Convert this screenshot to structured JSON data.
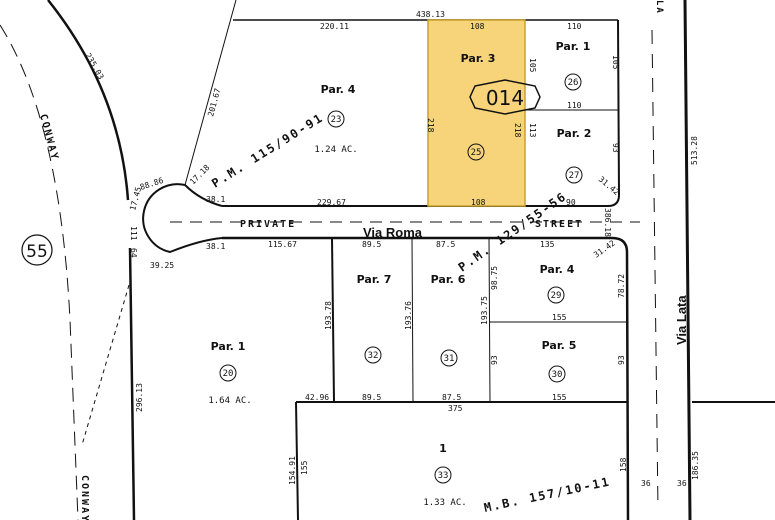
{
  "map_number": "014",
  "book_circle": "55",
  "colors": {
    "highlight_fill": "#f7d47a",
    "highlight_stroke": "#c9a12e",
    "line": "#111111"
  },
  "roads": {
    "via_roma": "Via Roma",
    "via_lata": "Via Lata",
    "private": "PRIVATE",
    "street": "STREET",
    "conway": "CONWAY",
    "lata_top": "LA"
  },
  "recorded_maps": {
    "pm_upper": "P.M. 115/90-91",
    "pm_lower": "P.M. 129/55-56",
    "mb": "M.B. 157/10-11"
  },
  "parcels": [
    {
      "label": "Par. 3",
      "number": "25",
      "highlighted": true
    },
    {
      "label": "Par. 1",
      "number": "26"
    },
    {
      "label": "Par. 2",
      "number": "27"
    },
    {
      "label": "Par. 4",
      "number": "23",
      "acres": "1.24 AC."
    },
    {
      "label": "Par. 7",
      "number": "32"
    },
    {
      "label": "Par. 6",
      "number": "31"
    },
    {
      "label": "Par. 4",
      "number": "29"
    },
    {
      "label": "Par. 5",
      "number": "30"
    },
    {
      "label": "Par. 1",
      "number": "20",
      "acres": "1.64 AC."
    },
    {
      "label": "1",
      "number": "33",
      "acres": "1.33 AC."
    }
  ],
  "dimensions": {
    "d1": "438.13",
    "d2": "220.11",
    "d3": "108",
    "d4": "110",
    "d5": "105",
    "d6": "105",
    "d7": "110",
    "d8": "218",
    "d9": "218",
    "d10": "113",
    "d11": "93",
    "d12": "108",
    "d13": "90",
    "d14": "31.42",
    "d15": "229.67",
    "d16": "201.67",
    "d17": "17.18",
    "d18": "88.86",
    "d19": "38.1",
    "d20": "17.45",
    "d21": "235.03",
    "d22": "38.1",
    "d23": "115.67",
    "d24": "89.5",
    "d25": "87.5",
    "d26": "135",
    "d27": "31.42",
    "d28": "386.18",
    "d29": "513.28",
    "d30": "193.78",
    "d31": "193.76",
    "d32": "98.75",
    "d33": "193.75",
    "d34": "78.72",
    "d35": "155",
    "d36": "93",
    "d37": "93",
    "d38": "42.96",
    "d39": "89.5",
    "d40": "87.5",
    "d41": "155",
    "d42": "375",
    "d43": "296.13",
    "d44": "154.91",
    "d45": "155",
    "d46": "158",
    "d47": "36",
    "d48": "36",
    "d49": "186.35",
    "d50": "39.25",
    "d51": "111",
    "d52": "64"
  }
}
